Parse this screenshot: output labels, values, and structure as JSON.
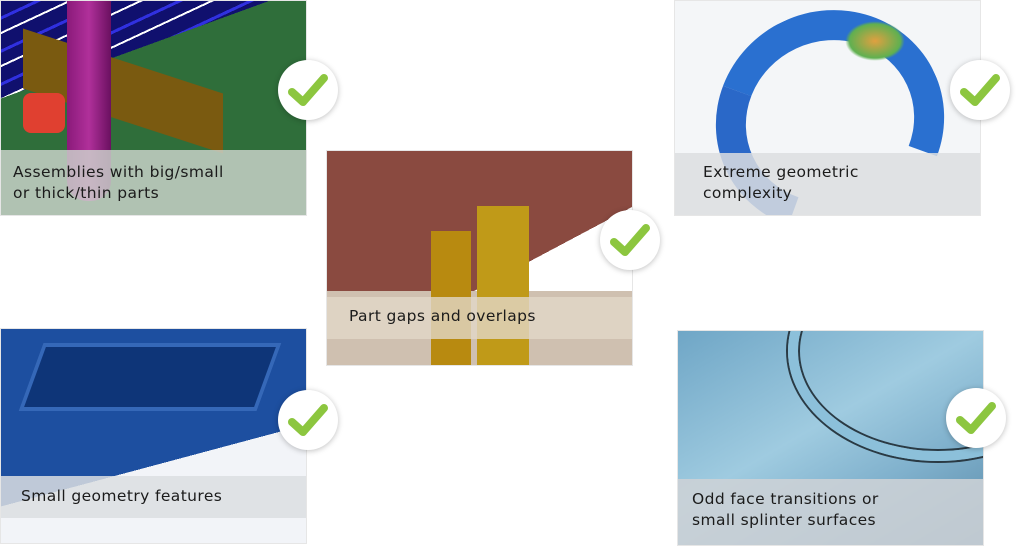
{
  "cards": [
    {
      "label_line1": "Assemblies with big/small",
      "label_line2": "or thick/thin parts",
      "status_icon": "check-icon"
    },
    {
      "label_line1": "Part gaps and overlaps",
      "status_icon": "check-icon"
    },
    {
      "label_line1": "Extreme geometric",
      "label_line2": "complexity",
      "status_icon": "check-icon"
    },
    {
      "label_line1": "Small geometry features",
      "status_icon": "check-icon"
    },
    {
      "label_line1": "Odd face transitions or",
      "label_line2": "small splinter surfaces",
      "status_icon": "check-icon"
    }
  ],
  "colors": {
    "check": "#8cc63f"
  }
}
